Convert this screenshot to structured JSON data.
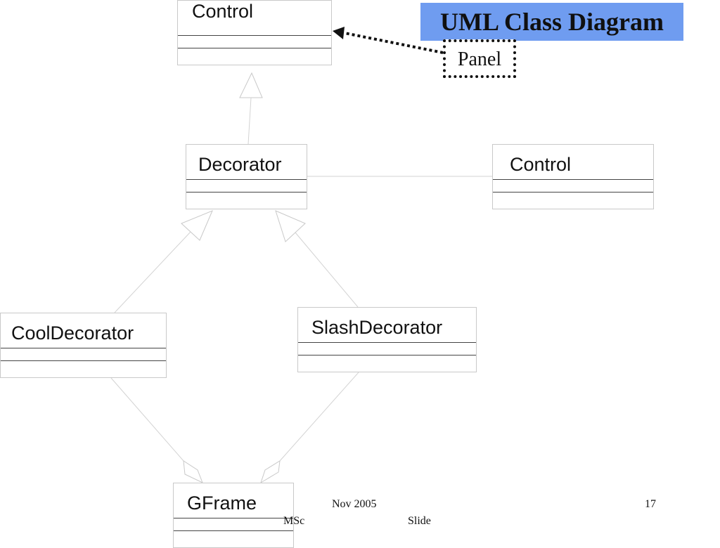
{
  "title": "UML Class Diagram",
  "note": "Panel",
  "classes": {
    "control_top": "Control",
    "decorator": "Decorator",
    "control_right": "Control",
    "cool_decorator": "CoolDecorator",
    "slash_decorator": "SlashDecorator",
    "gframe": "GFrame"
  },
  "footer": {
    "date": "Nov 2005",
    "course": "MSc",
    "slide_label": "Slide",
    "slide_number": "17"
  }
}
